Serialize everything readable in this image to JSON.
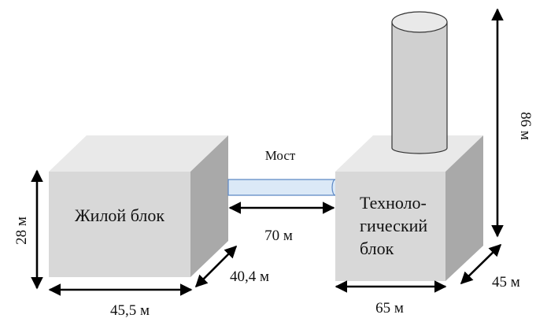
{
  "colors": {
    "block_front": "#d8d8d8",
    "block_top": "#e9e9e9",
    "block_side": "#a9a9a9",
    "chimney_body": "#d0d0d0",
    "chimney_top": "#e9e9e9",
    "bridge_fill": "#dbe9f7",
    "bridge_stroke": "#5b87c4",
    "arrow": "#000000",
    "text": "#111111"
  },
  "residential_block": {
    "label": "Жилой блок",
    "height_label": "28 м",
    "width_label": "45,5 м",
    "depth_label": "40,4 м"
  },
  "bridge": {
    "label": "Мост",
    "length_label": "70 м"
  },
  "technological_block": {
    "label_lines": [
      "Техноло-",
      "гический",
      "блок"
    ],
    "width_label": "65 м",
    "depth_label": "45 м"
  },
  "chimney": {
    "height_label": "86 м"
  }
}
